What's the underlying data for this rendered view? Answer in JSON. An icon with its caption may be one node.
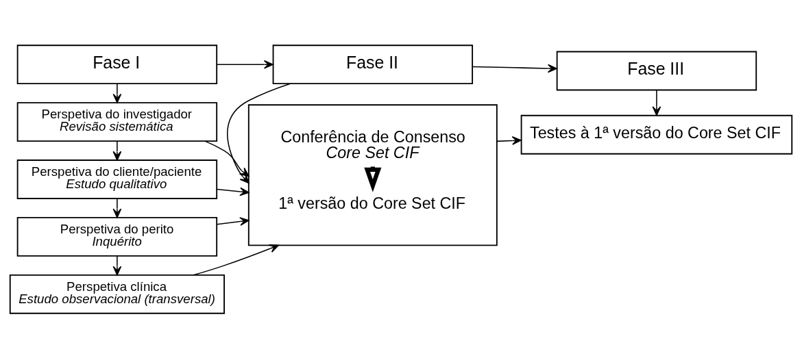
{
  "diagram": {
    "nodes": [
      {
        "text": [
          "Fase I"
        ]
      },
      {
        "text": [
          "Fase II"
        ]
      },
      {
        "text": [
          "Fase III"
        ]
      },
      {
        "text": [
          "Perspetiva do investigador",
          "Revisão sistemática"
        ]
      },
      {
        "text": [
          "Perspetiva do cliente/paciente",
          "Estudo qualitativo"
        ]
      },
      {
        "text": [
          "Perspetiva do perito",
          "Inquérito"
        ]
      },
      {
        "text": [
          "Perspetiva clínica",
          "Estudo observacional (transversal)"
        ]
      },
      {
        "text": [],
        "shape": "box"
      },
      {
        "text": [
          "Conferência de Consenso",
          "Core Set CIF"
        ],
        "in": 7
      },
      {
        "text": [
          "1ª versão do Core Set CIF"
        ],
        "in": 7
      },
      {
        "text": [
          "Testes à 1ª versão do Core Set CIF"
        ]
      }
    ],
    "edges": [
      {
        "from": 0,
        "to": 1,
        "arrow": "to"
      },
      {
        "from": 1,
        "to": 2,
        "arrow": "to"
      },
      {
        "from": 0,
        "to": 3,
        "arrow": "to"
      },
      {
        "from": 3,
        "to": 4,
        "arrow": "to"
      },
      {
        "from": 4,
        "to": 5,
        "arrow": "to"
      },
      {
        "from": 5,
        "to": 6,
        "arrow": "to"
      },
      {
        "from": 3,
        "to": 7,
        "arrow": "to"
      },
      {
        "from": 4,
        "to": 7,
        "arrow": "to"
      },
      {
        "from": 5,
        "to": 7,
        "arrow": "to"
      },
      {
        "from": 6,
        "to": 7,
        "arrow": "to"
      },
      {
        "from": 1,
        "to": 7,
        "arrow": "to"
      },
      {
        "from": 8,
        "to": 9,
        "arrow": "to",
        "style": "thick"
      },
      {
        "from": 2,
        "to": 10,
        "arrow": "to"
      },
      {
        "from": 7,
        "to": 10,
        "arrow": "to"
      }
    ]
  }
}
